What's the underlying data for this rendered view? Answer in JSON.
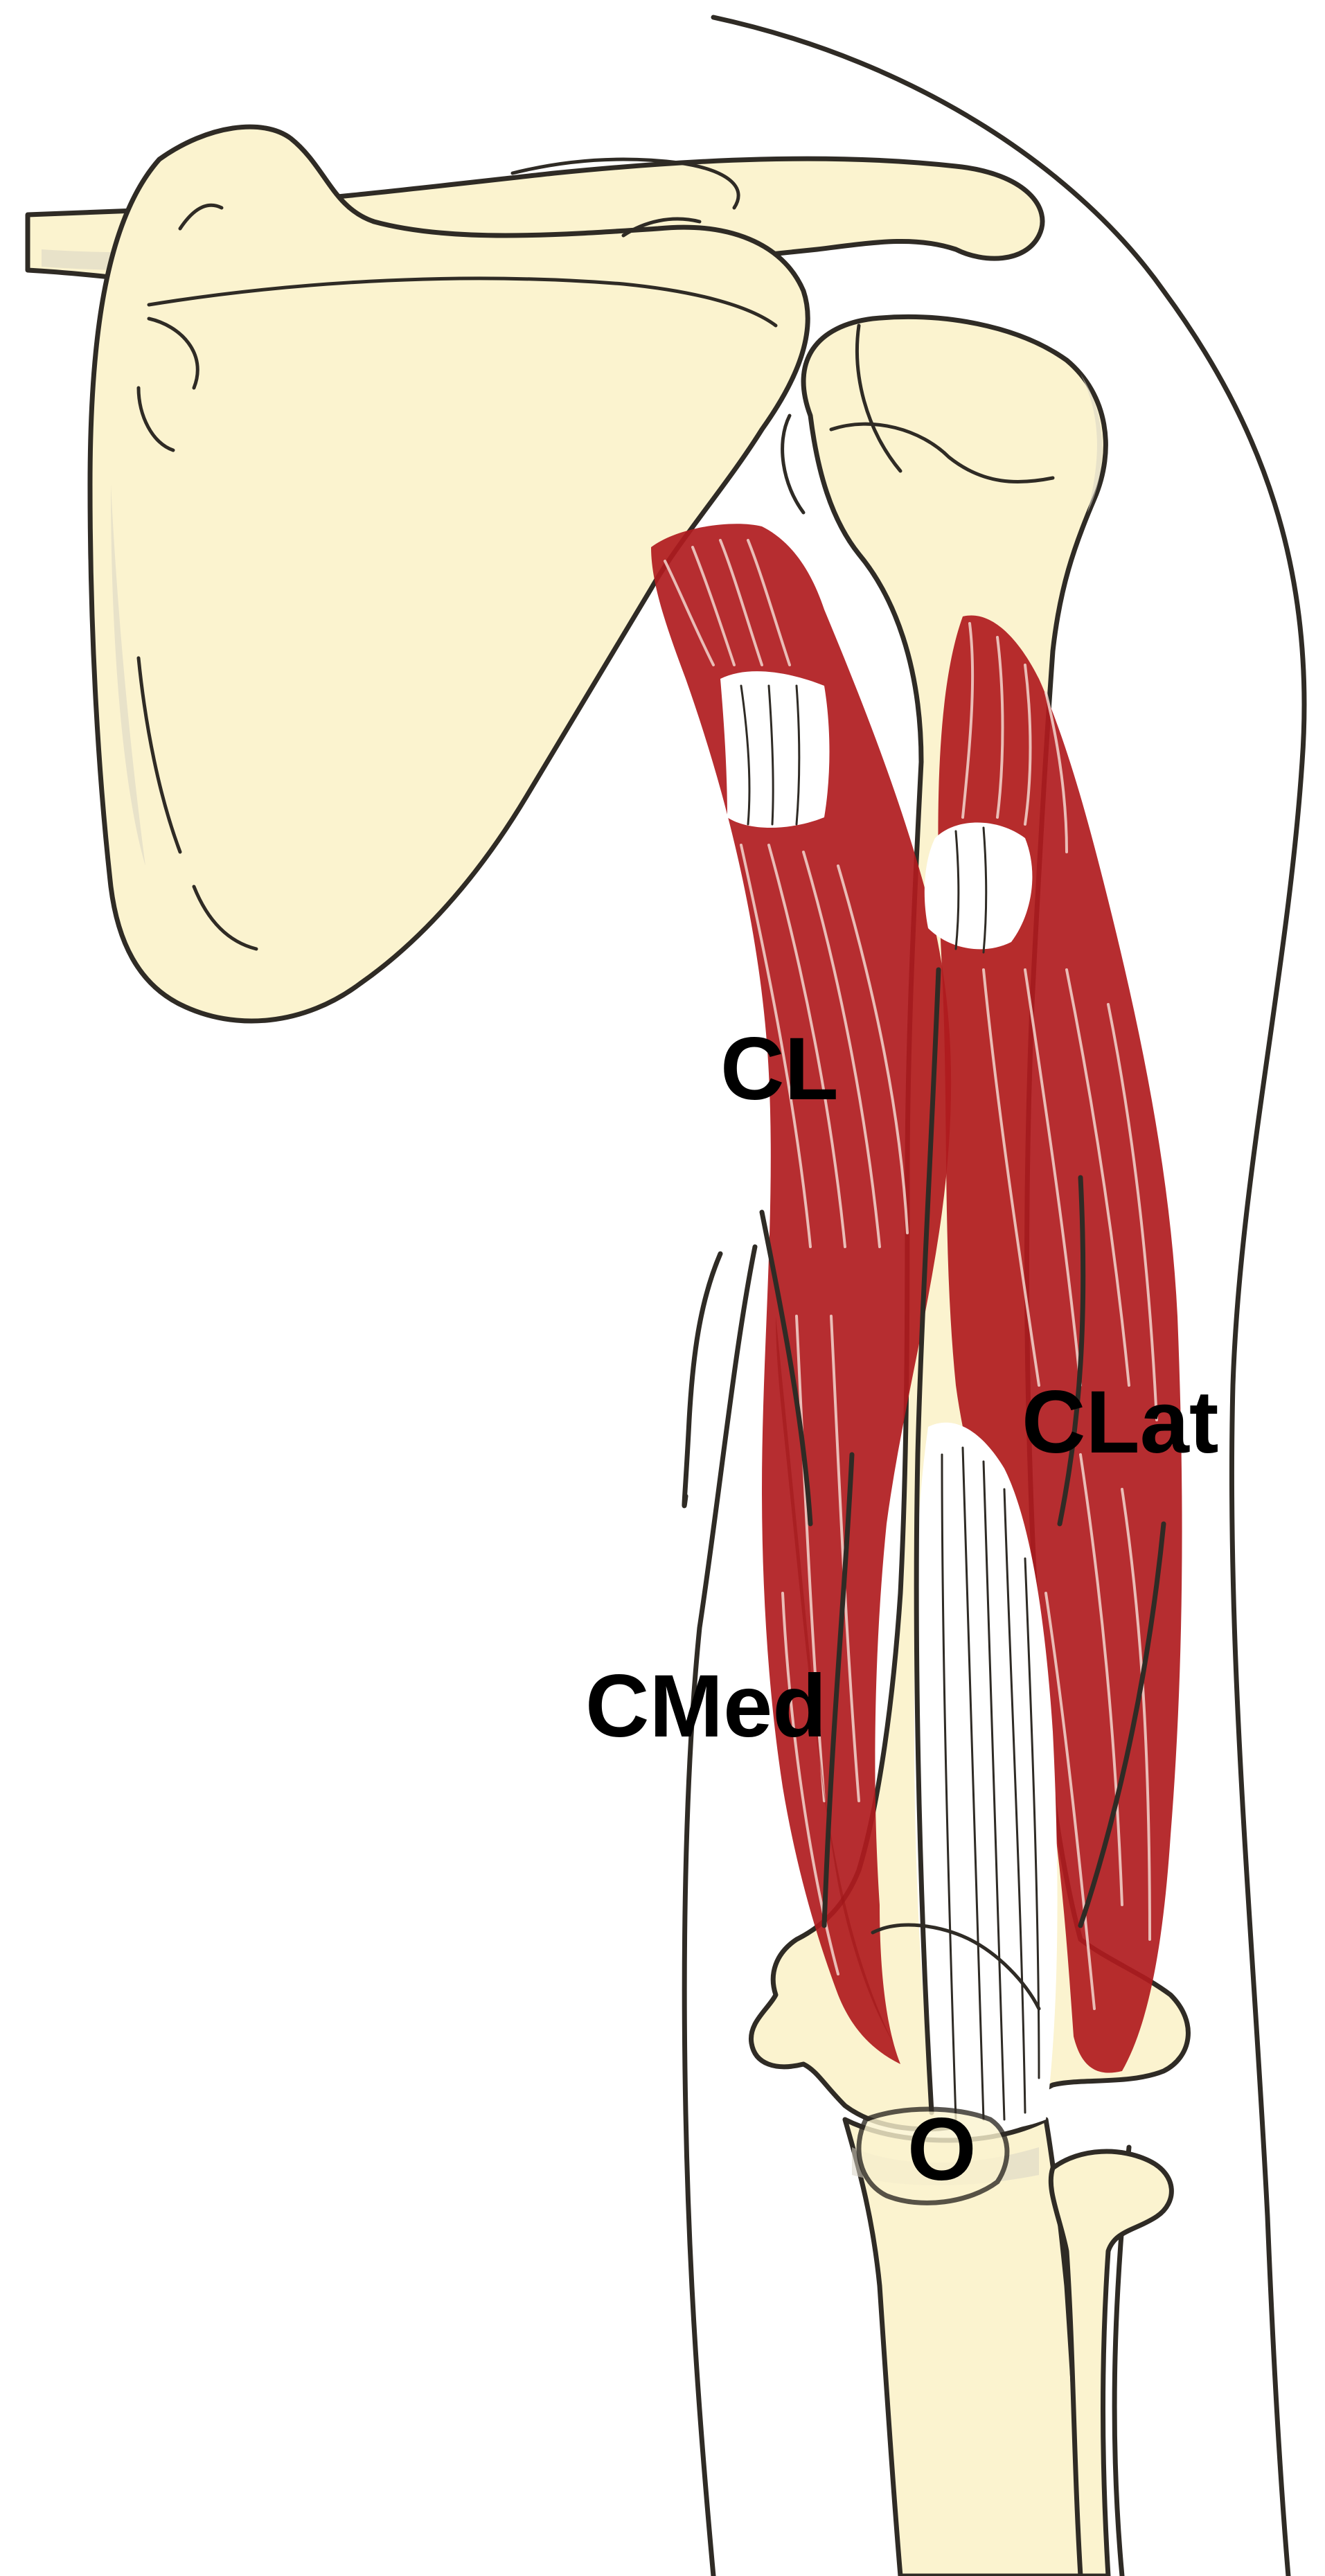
{
  "labels": {
    "cl": "CL",
    "clat": "CLat",
    "cmed": "CMed",
    "o": "O"
  },
  "colors": {
    "bone": "#fbf3cf",
    "muscle": "#b01b1e",
    "outline": "#2f2b25",
    "label": "#000000"
  }
}
